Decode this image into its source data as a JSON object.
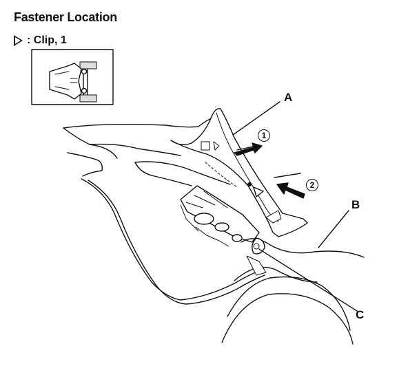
{
  "title": "Fastener Location",
  "legend": {
    "symbol": "triangle-outline-icon",
    "text": ": Clip, 1"
  },
  "callouts": {
    "a": "A",
    "b": "B",
    "c": "C"
  },
  "steps": {
    "one": "1",
    "two": "2"
  }
}
